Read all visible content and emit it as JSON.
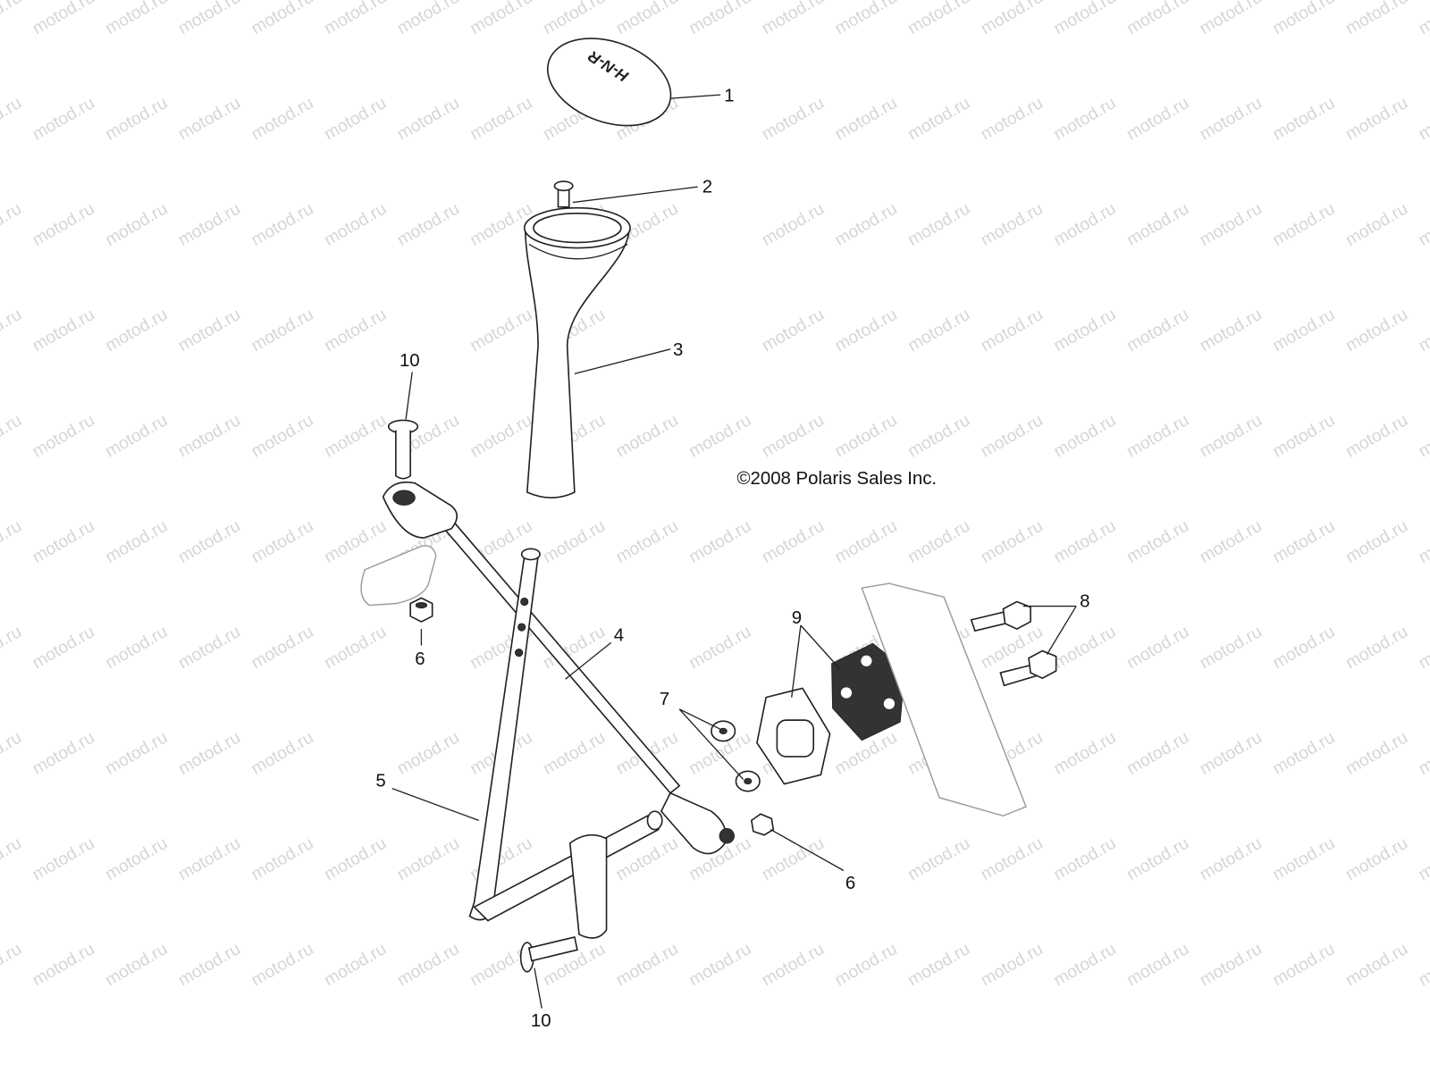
{
  "watermark": "motod.ru",
  "copyright": "©2008 Polaris Sales Inc.",
  "knob_text": "H-N-R",
  "callouts": [
    "1",
    "2",
    "3",
    "4",
    "5",
    "6",
    "6",
    "7",
    "8",
    "9",
    "10",
    "10"
  ]
}
